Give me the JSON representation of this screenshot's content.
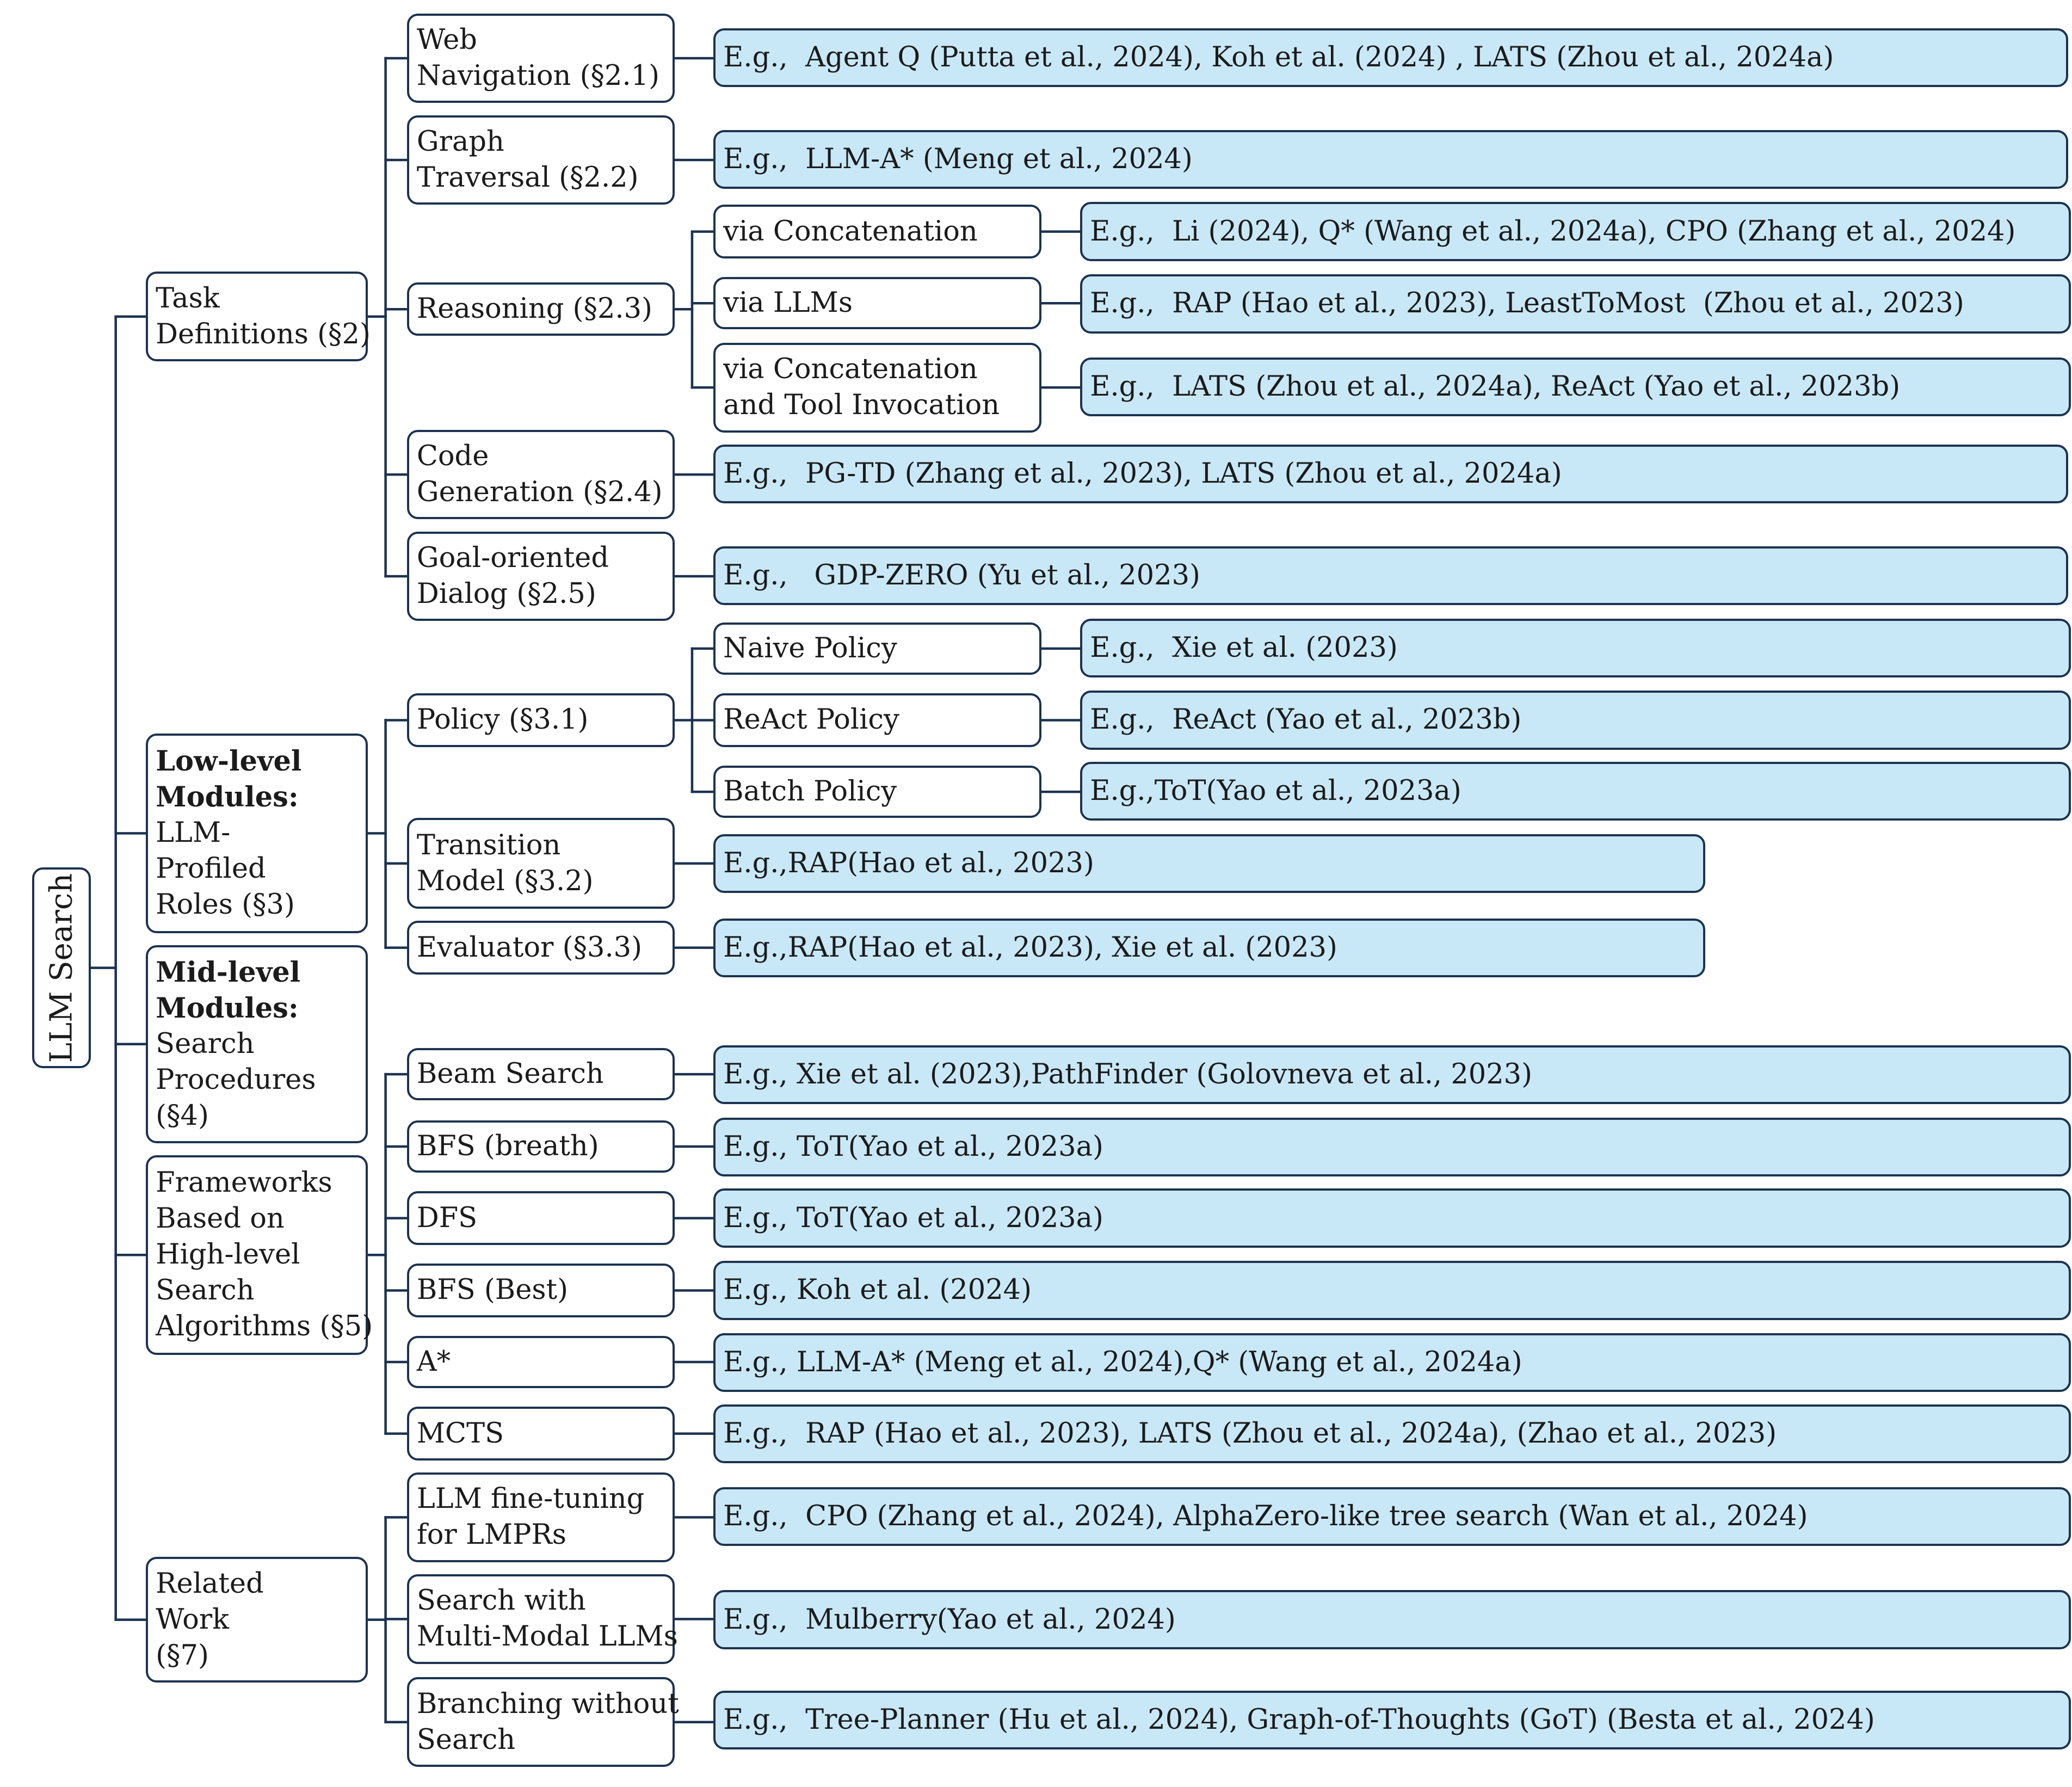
{
  "root": "LLM Search",
  "level1": [
    {
      "id": "task",
      "lines": [
        "Task",
        "Definitions  (§2)"
      ]
    },
    {
      "id": "low",
      "bold": [
        "Low-level",
        "Modules:"
      ],
      "lines": [
        "LLM-",
        "Profiled",
        "Roles (§3)"
      ]
    },
    {
      "id": "mid",
      "bold": [
        "Mid-level",
        "Modules:"
      ],
      "lines": [
        "Search",
        "Procedures",
        "(§4)"
      ]
    },
    {
      "id": "frameworks",
      "lines": [
        "Frameworks",
        "Based on",
        "High-level",
        "Search",
        "Algorithms (§5)"
      ]
    },
    {
      "id": "related",
      "lines": [
        "Related",
        "Work",
        "(§7)"
      ]
    }
  ],
  "level2": [
    {
      "id": "webnav",
      "lines": [
        "Web",
        "Navigation (§2.1)"
      ]
    },
    {
      "id": "graph",
      "lines": [
        "Graph",
        "Traversal (§2.2)"
      ]
    },
    {
      "id": "reasoning",
      "lines": [
        "Reasoning (§2.3)"
      ]
    },
    {
      "id": "code",
      "lines": [
        "Code",
        "Generation (§2.4)"
      ]
    },
    {
      "id": "dialog",
      "lines": [
        "Goal-oriented",
        "Dialog (§2.5)"
      ]
    },
    {
      "id": "policy",
      "lines": [
        "Policy (§3.1)"
      ]
    },
    {
      "id": "transition",
      "lines": [
        "Transition",
        "Model (§3.2)"
      ]
    },
    {
      "id": "evaluator",
      "lines": [
        "Evaluator (§3.3)"
      ]
    },
    {
      "id": "beam",
      "lines": [
        "Beam Search"
      ]
    },
    {
      "id": "bfs-breath",
      "lines": [
        "BFS (breath)"
      ]
    },
    {
      "id": "dfs",
      "lines": [
        "DFS"
      ]
    },
    {
      "id": "bfs-best",
      "lines": [
        "BFS (Best)"
      ]
    },
    {
      "id": "astar",
      "lines": [
        "A*"
      ]
    },
    {
      "id": "mcts",
      "lines": [
        "MCTS"
      ]
    },
    {
      "id": "finetune",
      "lines": [
        "LLM fine-tuning",
        "for LMPRs"
      ]
    },
    {
      "id": "multimodal",
      "lines": [
        "Search with",
        "Multi-Modal LLMs"
      ]
    },
    {
      "id": "branching",
      "lines": [
        "Branching without",
        "Search"
      ]
    }
  ],
  "level3": [
    {
      "id": "via-concat",
      "lines": [
        "via Concatenation"
      ]
    },
    {
      "id": "via-llms",
      "lines": [
        "via LLMs"
      ]
    },
    {
      "id": "via-tool",
      "lines": [
        "via Concatenation",
        "and Tool Invocation"
      ]
    },
    {
      "id": "naive",
      "lines": [
        "Naive Policy"
      ]
    },
    {
      "id": "react",
      "lines": [
        "ReAct Policy"
      ]
    },
    {
      "id": "batch",
      "lines": [
        "Batch Policy"
      ]
    }
  ],
  "leaves": [
    {
      "id": "ex-webnav",
      "text": "E.g.,  Agent Q (Putta et al., 2024), Koh et al. (2024) , LATS (Zhou et al., 2024a)"
    },
    {
      "id": "ex-graph",
      "text": "E.g.,  LLM-A* (Meng et al., 2024)"
    },
    {
      "id": "ex-via-concat",
      "text": "E.g.,  Li (2024), Q* (Wang et al., 2024a), CPO (Zhang et al., 2024)"
    },
    {
      "id": "ex-via-llms",
      "text": "E.g.,  RAP (Hao et al., 2023), LeastToMost  (Zhou et al., 2023)"
    },
    {
      "id": "ex-via-tool",
      "text": "E.g.,  LATS (Zhou et al., 2024a), ReAct (Yao et al., 2023b)"
    },
    {
      "id": "ex-code",
      "text": "E.g.,  PG-TD (Zhang et al., 2023), LATS (Zhou et al., 2024a)"
    },
    {
      "id": "ex-dialog",
      "text": "E.g.,   GDP-ZERO (Yu et al., 2023)"
    },
    {
      "id": "ex-naive",
      "text": "E.g.,  Xie et al. (2023)"
    },
    {
      "id": "ex-react",
      "text": "E.g.,  ReAct (Yao et al., 2023b)"
    },
    {
      "id": "ex-batch",
      "text": "E.g.,ToT(Yao et al., 2023a)"
    },
    {
      "id": "ex-transition",
      "text": "E.g.,RAP(Hao et al., 2023)"
    },
    {
      "id": "ex-evaluator",
      "text": "E.g.,RAP(Hao et al., 2023), Xie et al. (2023)"
    },
    {
      "id": "ex-beam",
      "text": "E.g., Xie et al. (2023),PathFinder (Golovneva et al., 2023)"
    },
    {
      "id": "ex-bfs-breath",
      "text": "E.g., ToT(Yao et al., 2023a)"
    },
    {
      "id": "ex-dfs",
      "text": "E.g., ToT(Yao et al., 2023a)"
    },
    {
      "id": "ex-bfs-best",
      "text": "E.g., Koh et al. (2024)"
    },
    {
      "id": "ex-astar",
      "text": "E.g., LLM-A* (Meng et al., 2024),Q* (Wang et al., 2024a)"
    },
    {
      "id": "ex-mcts",
      "text": "E.g.,  RAP (Hao et al., 2023), LATS (Zhou et al., 2024a), (Zhao et al., 2023)"
    },
    {
      "id": "ex-finetune",
      "text": "E.g.,  CPO (Zhang et al., 2024), AlphaZero-like tree search (Wan et al., 2024)"
    },
    {
      "id": "ex-multimodal",
      "text": "E.g.,  Mulberry(Yao et al., 2024)"
    },
    {
      "id": "ex-branching",
      "text": "E.g.,  Tree-Planner (Hu et al., 2024), Graph-of-Thoughts (GoT) (Besta et al., 2024)"
    }
  ],
  "colors": {
    "line": "#1c3350",
    "leaf_fill": "#c9e8f7",
    "node_fill": "#ffffff"
  }
}
